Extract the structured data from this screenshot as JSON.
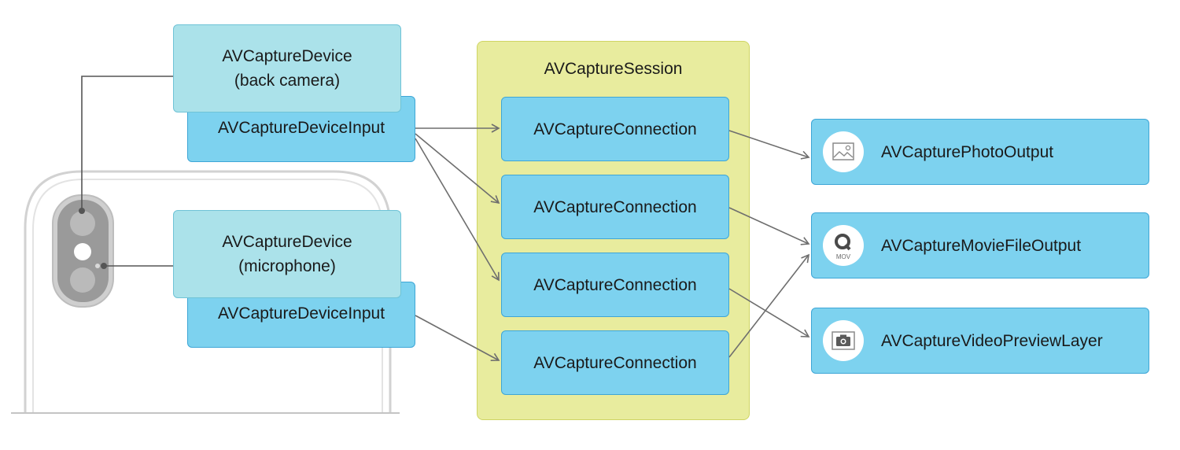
{
  "devices": [
    {
      "label_line1": "AVCaptureDevice",
      "label_line2": "(back camera)",
      "input_label": "AVCaptureDeviceInput"
    },
    {
      "label_line1": "AVCaptureDevice",
      "label_line2": "(microphone)",
      "input_label": "AVCaptureDeviceInput"
    }
  ],
  "session": {
    "title": "AVCaptureSession",
    "connections": [
      "AVCaptureConnection",
      "AVCaptureConnection",
      "AVCaptureConnection",
      "AVCaptureConnection"
    ]
  },
  "outputs": [
    {
      "label": "AVCapturePhotoOutput",
      "icon": "photo-icon"
    },
    {
      "label": "AVCaptureMovieFileOutput",
      "icon": "quicktime-mov-icon",
      "icon_text": "MOV"
    },
    {
      "label": "AVCaptureVideoPreviewLayer",
      "icon": "camera-icon"
    }
  ],
  "colors": {
    "device_fill": "#abe2ea",
    "input_fill": "#7dd2ef",
    "session_fill": "#e8ec9e",
    "arrow": "#6e6e6e"
  }
}
